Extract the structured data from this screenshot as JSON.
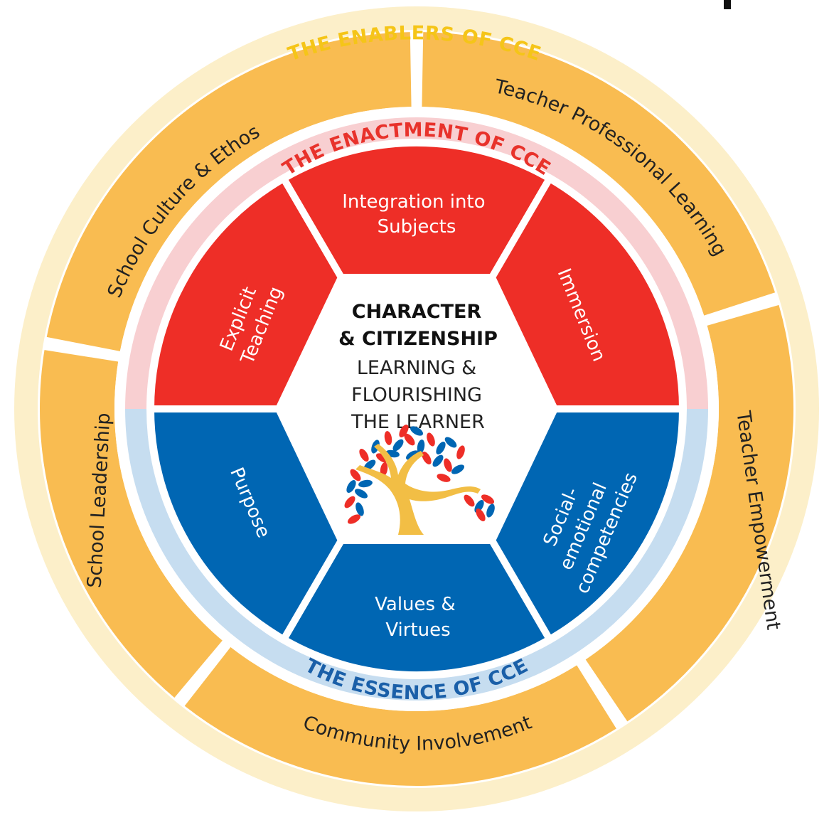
{
  "colors": {
    "outer_ring_bg": "#FCEFC9",
    "enabler_fill": "#F9BC51",
    "enabler_label_color": "#F5C518",
    "enactment_band": "#F8CFD1",
    "enactment_red": "#EE2E27",
    "essence_band": "#C6DDF0",
    "essence_blue": "#0066B3",
    "gap_white": "#FFFFFF",
    "tree_trunk": "#F2BE45"
  },
  "enablers": {
    "label": "THE ENABLERS OF CCE",
    "segments": [
      {
        "name": "School Culture & Ethos"
      },
      {
        "name": "Teacher Professional Learning"
      },
      {
        "name": "Teacher Empowerment"
      },
      {
        "name": "Community Involvement"
      },
      {
        "name": "School Leadership"
      }
    ]
  },
  "enactment": {
    "label": "THE ENACTMENT OF CCE",
    "segments": [
      {
        "lines": [
          "Integration into",
          "Subjects"
        ]
      },
      {
        "lines": [
          "Immersion"
        ]
      },
      {
        "lines": [
          "Explicit",
          "Teaching"
        ]
      }
    ]
  },
  "essence": {
    "label": "THE ESSENCE OF CCE",
    "segments": [
      {
        "lines": [
          "Values &",
          "Virtues"
        ]
      },
      {
        "lines": [
          "Social-",
          "emotional",
          "competencies"
        ]
      },
      {
        "lines": [
          "Purpose"
        ]
      }
    ]
  },
  "center": {
    "title_lines": [
      "CHARACTER",
      "& CITIZENSHIP"
    ],
    "subtitle_lines": [
      "LEARNING &",
      "FLOURISHING",
      "THE LEARNER"
    ],
    "icon": "tree-icon"
  }
}
